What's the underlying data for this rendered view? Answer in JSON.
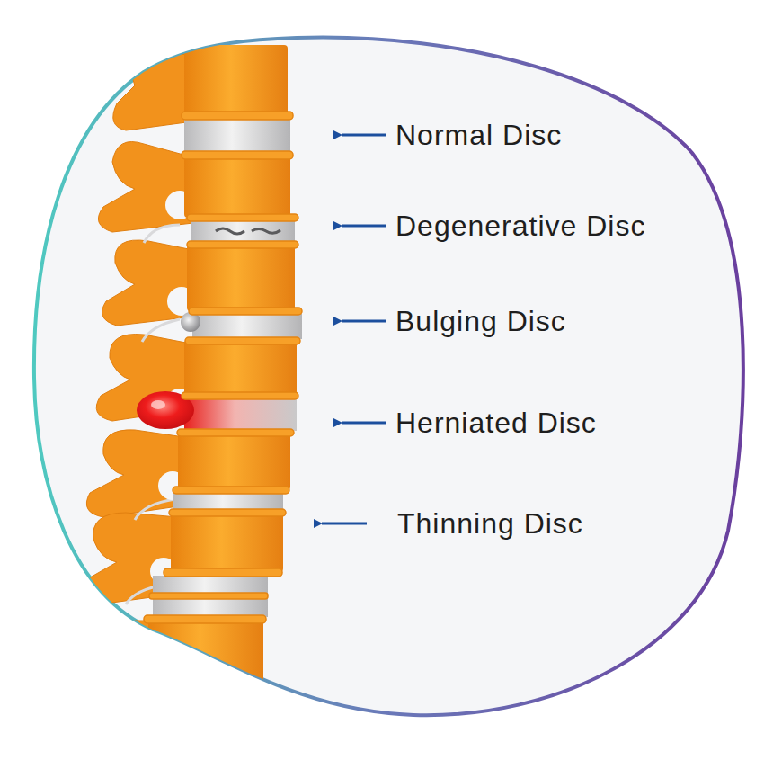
{
  "diagram": {
    "labels": [
      "Normal Disc",
      "Degenerative Disc",
      "Bulging Disc",
      "Herniated Disc",
      "Thinning Disc"
    ]
  }
}
